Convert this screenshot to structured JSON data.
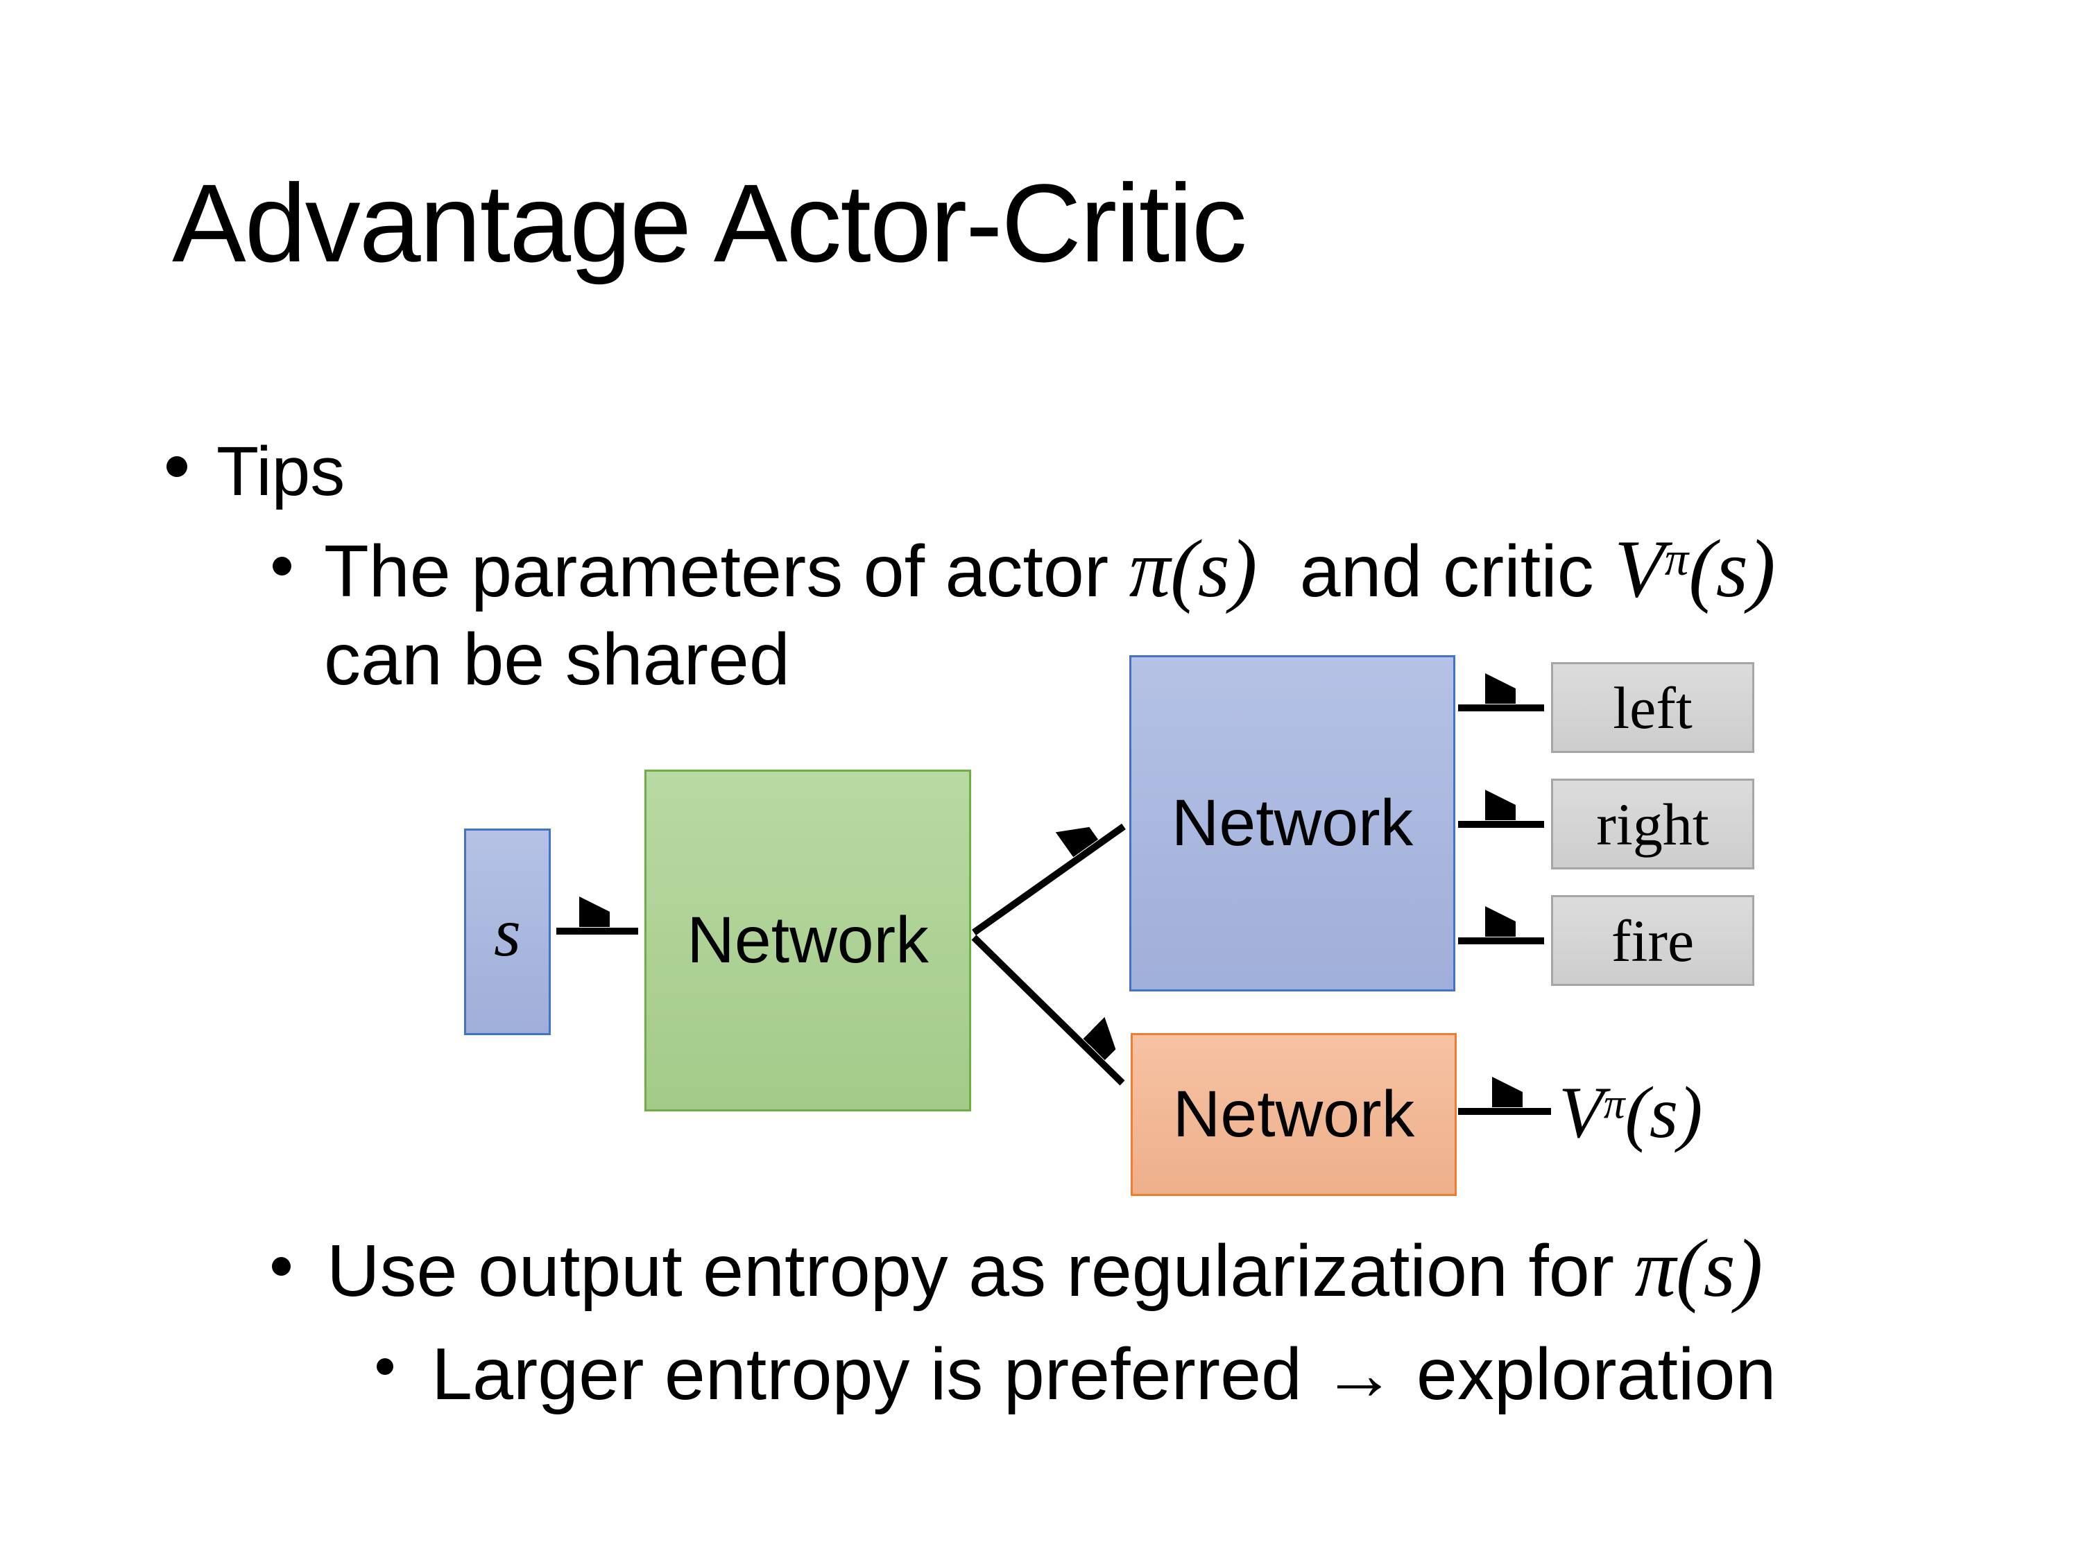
{
  "slide": {
    "title": "Advantage Actor-Critic",
    "bullets": {
      "tips": "Tips",
      "params_line1_prefix": "The parameters of actor ",
      "params_math_pi": "π(s)",
      "params_line1_middle": " and critic ",
      "params_math_v_base": "V",
      "params_math_v_sup": "π",
      "params_math_v_args": "(s)",
      "params_line2": "can be shared",
      "entropy_prefix": "Use output entropy as regularization for ",
      "entropy_math": "π(s)",
      "exploration": "Larger entropy is preferred → exploration"
    },
    "diagram": {
      "input_label": "s",
      "shared_network_label": "Network",
      "actor_network_label": "Network",
      "critic_network_label": "Network",
      "action_left": "left",
      "action_right": "right",
      "action_fire": "fire",
      "value_base": "V",
      "value_sup": "π",
      "value_args": "(s)"
    },
    "colors": {
      "input_fill": "#A5B4E0",
      "input_border": "#4472C4",
      "shared_fill": "#A9D18E",
      "shared_border": "#70AD47",
      "actor_fill": "#A5B4E0",
      "actor_border": "#4472C4",
      "critic_fill": "#F5B58F",
      "critic_border": "#ED7D31",
      "action_fill": "#D4D4D4",
      "action_border": "#A6A6A6",
      "arrow": "#000000"
    }
  }
}
